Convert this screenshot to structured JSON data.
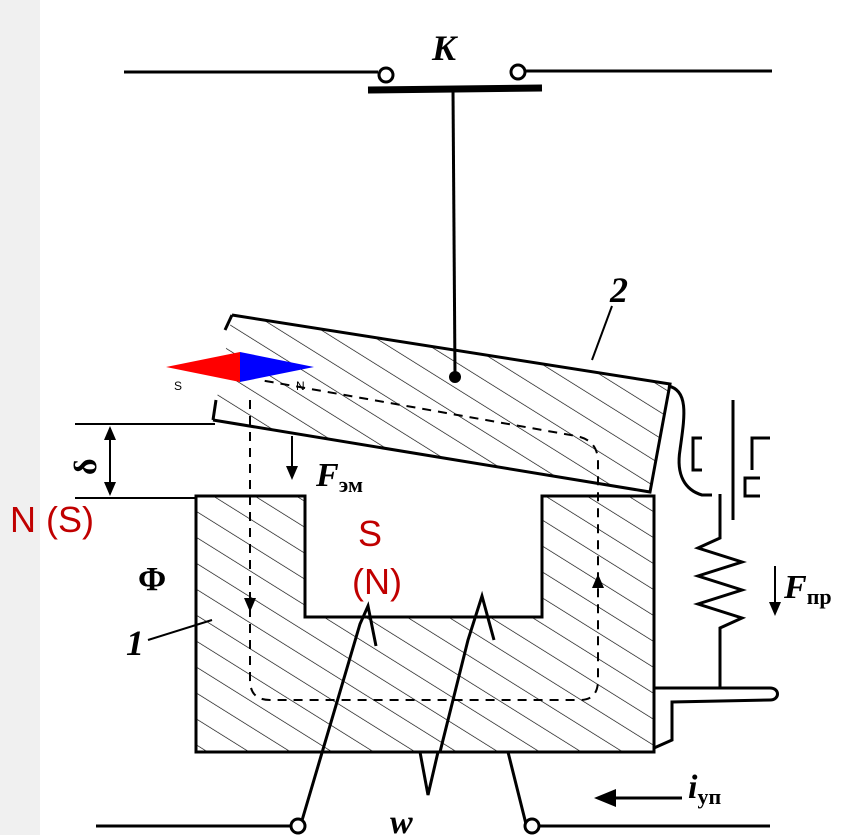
{
  "labels": {
    "switch": "K",
    "armature": "2",
    "core": "1",
    "gap": "δ",
    "flux": "Φ",
    "em_force": "F",
    "em_force_sub": "эм",
    "spring_force": "F",
    "spring_force_sub": "пр",
    "winding": "w",
    "current": "i",
    "current_sub": "уп"
  },
  "pole_labels": {
    "left": "N (S)",
    "center_top": "S",
    "center_bottom": "(N)"
  },
  "compass": {
    "south": "S",
    "north": "N"
  },
  "colors": {
    "line": "#000000",
    "pole_label": "#c00000",
    "compass_south": "#ff0000",
    "compass_north": "#0000ff",
    "page_margin": "#f0f0f0"
  }
}
